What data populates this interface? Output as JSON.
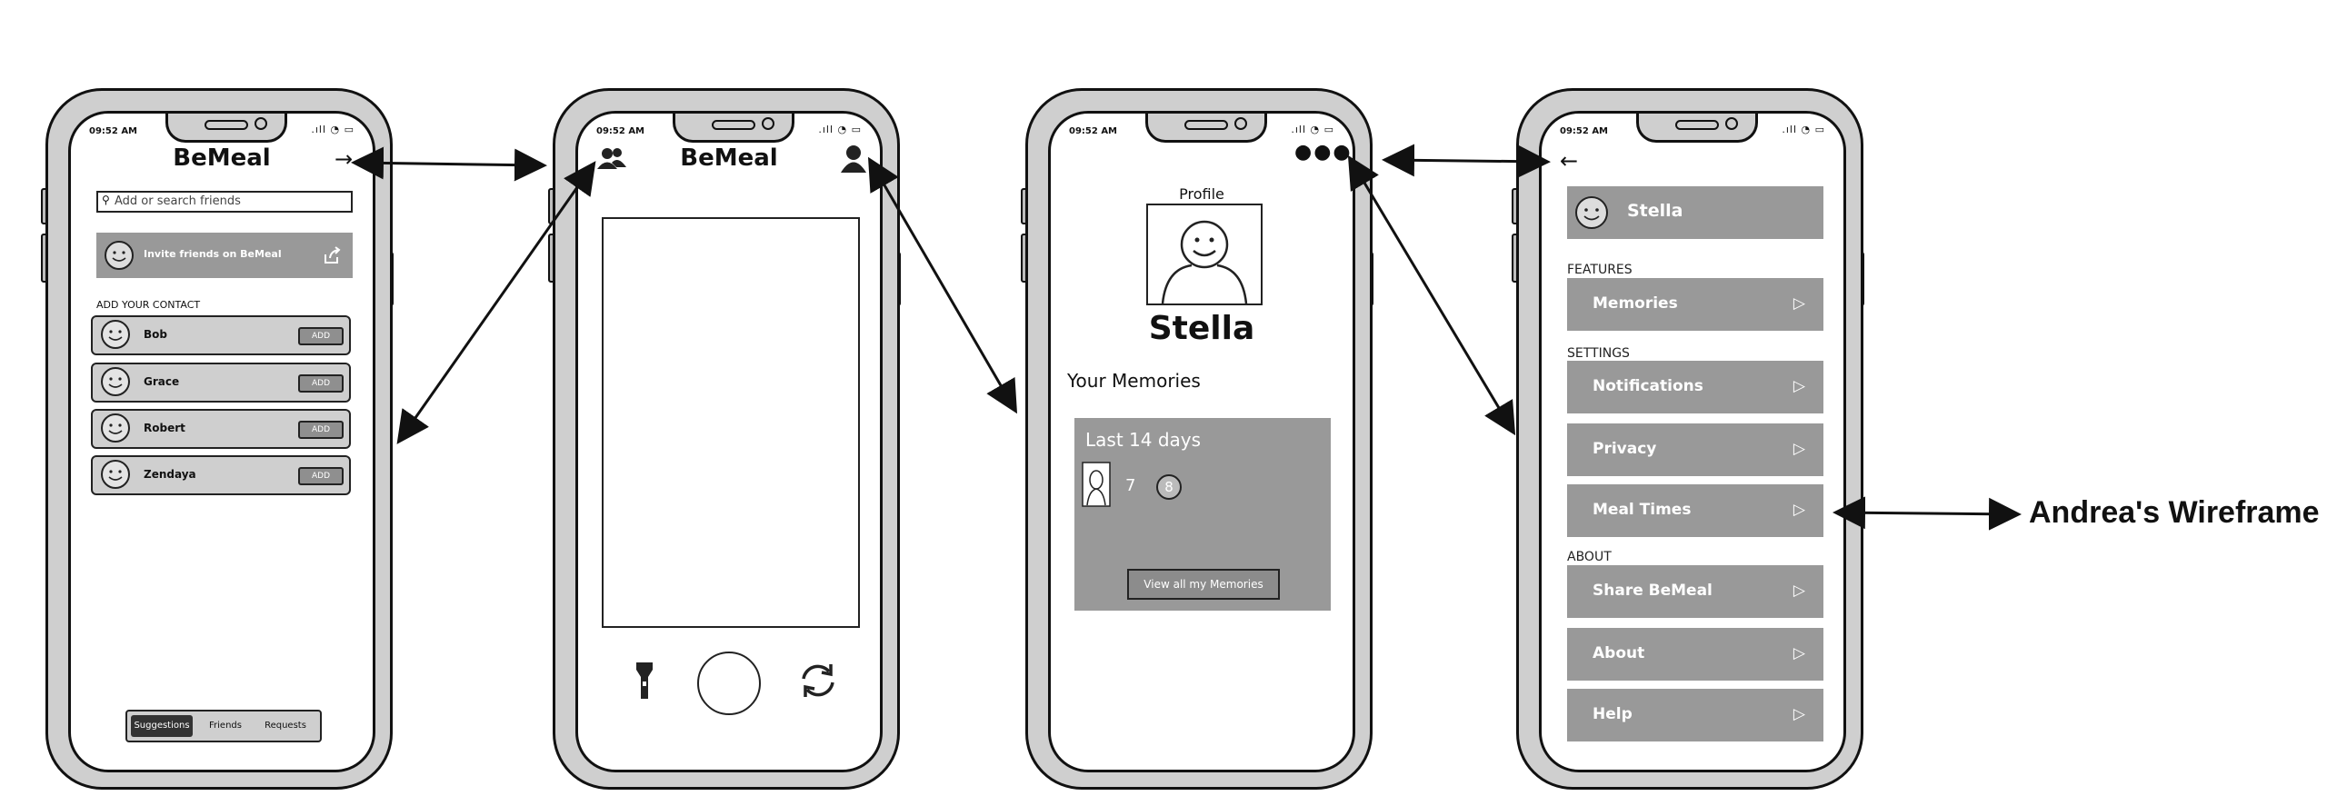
{
  "status_time": "09:52 AM",
  "phone1": {
    "title": "BeMeal",
    "search_placeholder": "Add or search friends",
    "invite_label": "Invite friends on BeMeal",
    "section_label": "ADD YOUR CONTACT",
    "contacts": [
      {
        "name": "Bob",
        "action": "ADD"
      },
      {
        "name": "Grace",
        "action": "ADD"
      },
      {
        "name": "Robert",
        "action": "ADD"
      },
      {
        "name": "Zendaya",
        "action": "ADD"
      }
    ],
    "tabs": [
      "Suggestions",
      "Friends",
      "Requests"
    ],
    "active_tab": "Suggestions"
  },
  "phone2": {
    "title": "BeMeal"
  },
  "phone3": {
    "header": "Profile",
    "name": "Stella",
    "memories_title": "Your Memories",
    "card_title": "Last 14 days",
    "count": "7",
    "badge": "8",
    "view_all_label": "View all my Memories"
  },
  "phone4": {
    "user_name": "Stella",
    "features_label": "FEATURES",
    "settings_label": "SETTINGS",
    "about_label": "ABOUT",
    "items": {
      "memories": "Memories",
      "notifications": "Notifications",
      "privacy": "Privacy",
      "meal_times": "Meal Times",
      "share": "Share BeMeal",
      "about": "About",
      "help": "Help"
    }
  },
  "caption": "Andrea's Wireframe",
  "colors": {
    "phone_body": "#cfcfcf",
    "menu_fill": "#999999",
    "outline": "#111111"
  }
}
